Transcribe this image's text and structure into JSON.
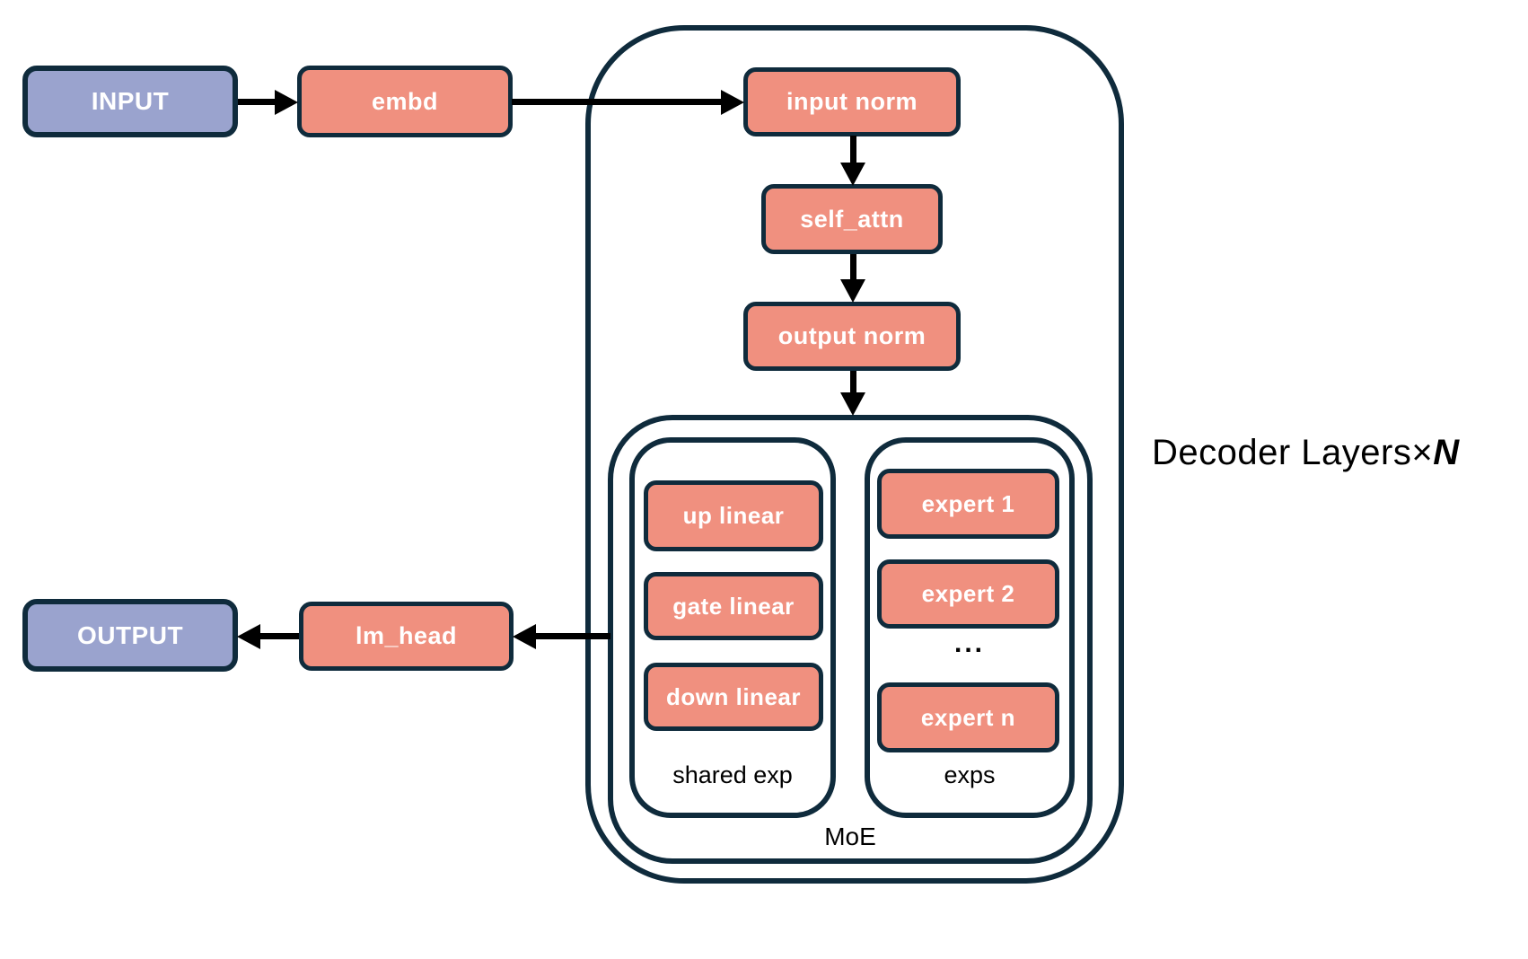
{
  "nodes": {
    "input": "INPUT",
    "embd": "embd",
    "input_norm": "input norm",
    "self_attn": "self_attn",
    "output_norm": "output norm",
    "up_linear": "up linear",
    "gate_linear": "gate linear",
    "down_linear": "down linear",
    "expert_1": "expert 1",
    "expert_2": "expert 2",
    "experts_ellipsis": "...",
    "expert_n": "expert n",
    "lm_head": "lm_head",
    "output": "OUTPUT"
  },
  "labels": {
    "shared_exp": "shared exp",
    "exps": "exps",
    "moe": "MoE",
    "decoder_prefix": "Decoder Layers",
    "decoder_multiplier": "×",
    "decoder_n": "N"
  },
  "colors": {
    "io_fill": "#9aa3ce",
    "module_fill": "#f0907f",
    "outline": "#0f2b3c",
    "arrow": "#000000",
    "node_text": "#ffffff",
    "label_text": "#000000",
    "background": "#ffffff"
  }
}
